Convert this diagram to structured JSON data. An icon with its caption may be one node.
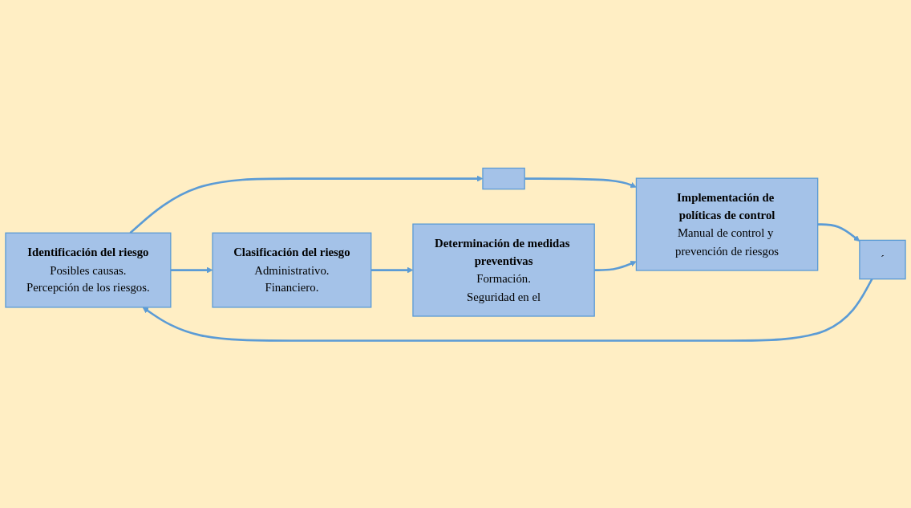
{
  "diagram": {
    "nodes": [
      {
        "text": [
          "Identificación del riesgo",
          "Posibles causas.",
          "Percepción de los riesgos."
        ]
      },
      {
        "text": [
          "Clasificación del riesgo",
          "Administrativo.",
          "Financiero."
        ]
      },
      {
        "text": [
          "Determinación de medidas preventivas",
          "Formación.",
          "Seguridad en el"
        ]
      },
      {
        "text": [
          "Implementación de políticas de control",
          "Manual de control y prevención de riesgos"
        ]
      },
      {
        "text": [],
        "shape": "box"
      },
      {
        "text": [
          "´"
        ]
      }
    ],
    "edges": [
      {
        "from": 0,
        "to": 4,
        "arrow": "to"
      },
      {
        "from": 4,
        "to": 3,
        "arrow": "to"
      },
      {
        "from": 0,
        "to": 1,
        "arrow": "to"
      },
      {
        "from": 1,
        "to": 2,
        "arrow": "to"
      },
      {
        "from": 2,
        "to": 3,
        "arrow": "to"
      },
      {
        "from": 3,
        "to": 5,
        "arrow": "to"
      },
      {
        "from": 5,
        "to": 0,
        "arrow": "to"
      }
    ]
  }
}
